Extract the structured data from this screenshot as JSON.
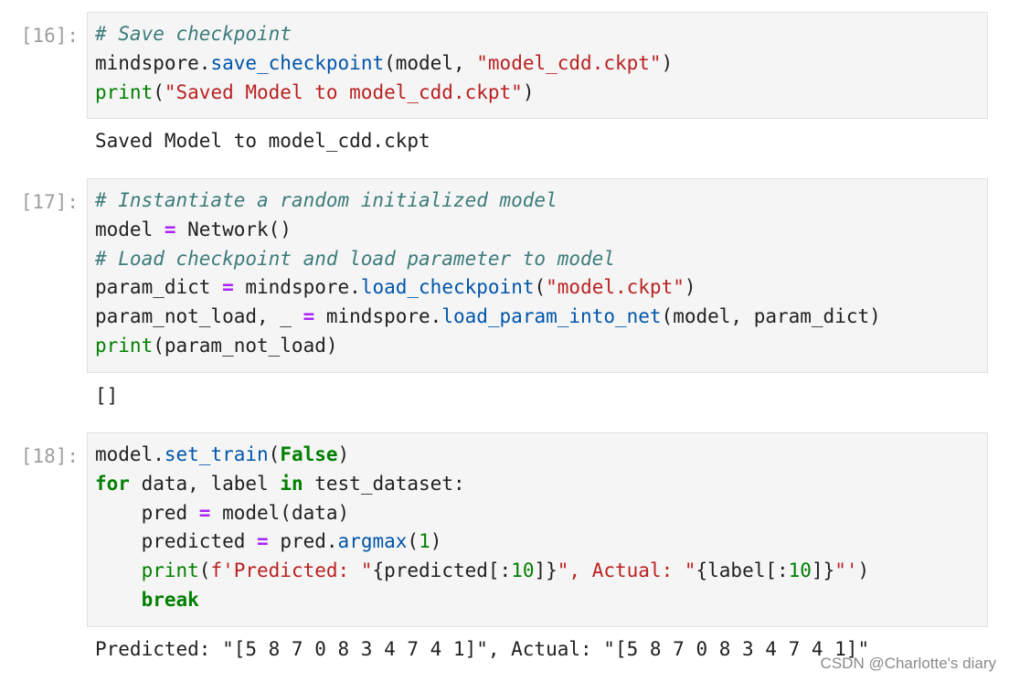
{
  "cells": [
    {
      "prompt": "[16]:",
      "lines": [
        [
          {
            "t": "# Save checkpoint",
            "c": "comment"
          }
        ],
        [
          {
            "t": "mindspore",
            "c": "name"
          },
          {
            "t": ".",
            "c": "punct"
          },
          {
            "t": "save_checkpoint",
            "c": "attr"
          },
          {
            "t": "(model, ",
            "c": "punct"
          },
          {
            "t": "\"model_cdd.ckpt\"",
            "c": "string"
          },
          {
            "t": ")",
            "c": "punct"
          }
        ],
        [
          {
            "t": "print",
            "c": "builtin"
          },
          {
            "t": "(",
            "c": "punct"
          },
          {
            "t": "\"Saved Model to model_cdd.ckpt\"",
            "c": "string"
          },
          {
            "t": ")",
            "c": "punct"
          }
        ]
      ],
      "output": "Saved Model to model_cdd.ckpt"
    },
    {
      "prompt": "[17]:",
      "lines": [
        [
          {
            "t": "# Instantiate a random initialized model",
            "c": "comment"
          }
        ],
        [
          {
            "t": "model ",
            "c": "name"
          },
          {
            "t": "=",
            "c": "op"
          },
          {
            "t": " Network()",
            "c": "name"
          }
        ],
        [
          {
            "t": "# Load checkpoint and load parameter to model",
            "c": "comment"
          }
        ],
        [
          {
            "t": "param_dict ",
            "c": "name"
          },
          {
            "t": "=",
            "c": "op"
          },
          {
            "t": " mindspore",
            "c": "name"
          },
          {
            "t": ".",
            "c": "punct"
          },
          {
            "t": "load_checkpoint",
            "c": "attr"
          },
          {
            "t": "(",
            "c": "punct"
          },
          {
            "t": "\"model.ckpt\"",
            "c": "string"
          },
          {
            "t": ")",
            "c": "punct"
          }
        ],
        [
          {
            "t": "param_not_load, _ ",
            "c": "name"
          },
          {
            "t": "=",
            "c": "op"
          },
          {
            "t": " mindspore",
            "c": "name"
          },
          {
            "t": ".",
            "c": "punct"
          },
          {
            "t": "load_param_into_net",
            "c": "attr"
          },
          {
            "t": "(model, param_dict)",
            "c": "punct"
          }
        ],
        [
          {
            "t": "print",
            "c": "builtin"
          },
          {
            "t": "(param_not_load)",
            "c": "punct"
          }
        ]
      ],
      "output": "[]"
    },
    {
      "prompt": "[18]:",
      "lines": [
        [
          {
            "t": "model",
            "c": "name"
          },
          {
            "t": ".",
            "c": "punct"
          },
          {
            "t": "set_train",
            "c": "attr"
          },
          {
            "t": "(",
            "c": "punct"
          },
          {
            "t": "False",
            "c": "kw"
          },
          {
            "t": ")",
            "c": "punct"
          }
        ],
        [
          {
            "t": "for",
            "c": "kw"
          },
          {
            "t": " data, label ",
            "c": "name"
          },
          {
            "t": "in",
            "c": "kw"
          },
          {
            "t": " test_dataset:",
            "c": "name"
          }
        ],
        [
          {
            "t": "    pred ",
            "c": "name"
          },
          {
            "t": "=",
            "c": "op"
          },
          {
            "t": " model(data)",
            "c": "name"
          }
        ],
        [
          {
            "t": "    predicted ",
            "c": "name"
          },
          {
            "t": "=",
            "c": "op"
          },
          {
            "t": " pred",
            "c": "name"
          },
          {
            "t": ".",
            "c": "punct"
          },
          {
            "t": "argmax",
            "c": "attr"
          },
          {
            "t": "(",
            "c": "punct"
          },
          {
            "t": "1",
            "c": "num"
          },
          {
            "t": ")",
            "c": "punct"
          }
        ],
        [
          {
            "t": "    ",
            "c": "name"
          },
          {
            "t": "print",
            "c": "builtin"
          },
          {
            "t": "(",
            "c": "punct"
          },
          {
            "t": "f'Predicted: \"",
            "c": "string"
          },
          {
            "t": "{predicted[:",
            "c": "punct"
          },
          {
            "t": "10",
            "c": "num"
          },
          {
            "t": "]}",
            "c": "punct"
          },
          {
            "t": "\", Actual: \"",
            "c": "string"
          },
          {
            "t": "{label[:",
            "c": "punct"
          },
          {
            "t": "10",
            "c": "num"
          },
          {
            "t": "]}",
            "c": "punct"
          },
          {
            "t": "\"'",
            "c": "string"
          },
          {
            "t": ")",
            "c": "punct"
          }
        ],
        [
          {
            "t": "    ",
            "c": "name"
          },
          {
            "t": "break",
            "c": "kw"
          }
        ]
      ],
      "output": "Predicted: \"[5 8 7 0 8 3 4 7 4 1]\", Actual: \"[5 8 7 0 8 3 4 7 4 1]\""
    }
  ],
  "watermark": "CSDN @Charlotte's diary"
}
